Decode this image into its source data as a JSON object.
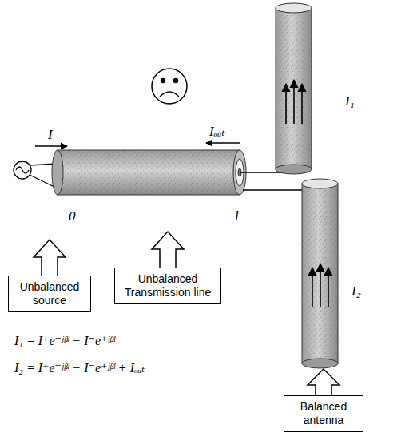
{
  "diagram": {
    "nodes": [
      {
        "text": [
          "Unbalanced source"
        ]
      },
      {
        "text": [
          "Unbalanced Transmission line"
        ]
      },
      {
        "text": [
          "Balanced antenna"
        ]
      }
    ],
    "labels": [
      "I",
      "Iₒᵤₜ",
      "I₁",
      "I₂",
      "0",
      "l",
      "I₁ = I⁺e⁻ʲᵝˡ − I⁻e⁺ʲᵝˡ",
      "I₂ = I⁺e⁻ʲᵝˡ − I⁻e⁺ʲᵝˡ + Iₒᵤₜ"
    ]
  }
}
